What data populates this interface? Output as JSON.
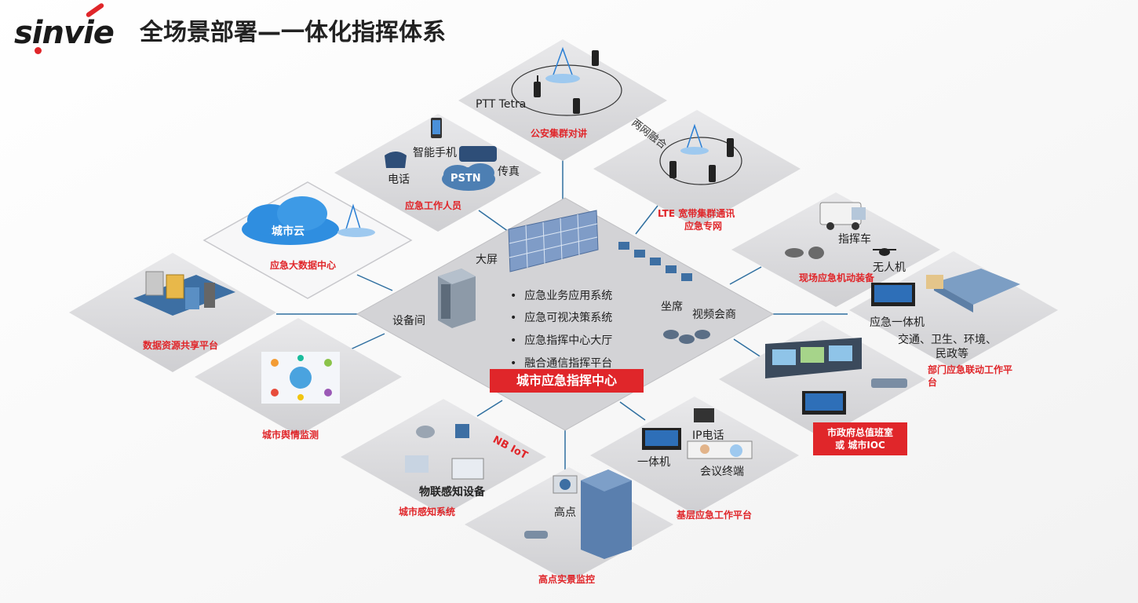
{
  "header": {
    "logo": "sinvie",
    "title": "全场景部署—一体化指挥体系"
  },
  "center": {
    "banner": "城市应急指挥中心",
    "big_screen": "大屏",
    "equipment_room": "设备间",
    "seats": "坐席",
    "video_conf": "视频会商",
    "bullets": [
      "应急业务应用系统",
      "应急可视决策系统",
      "应急指挥中心大厅",
      "融合通信指挥平台"
    ]
  },
  "tiles": {
    "ptt": {
      "label": "PTT Tetra",
      "title": "公安集群对讲",
      "bridge": "两网融合"
    },
    "lte": {
      "title_line1": "LTE  宽带集群通讯",
      "title_line2": "应急专网"
    },
    "staff": {
      "smartphone": "智能手机",
      "phone": "电话",
      "pstn": "PSTN",
      "fax": "传真",
      "title": "应急工作人员"
    },
    "cloud": {
      "cloud": "城市云",
      "title": "应急大数据中心"
    },
    "data_share": {
      "title": "数据资源共享平台"
    },
    "sentiment": {
      "title": "城市舆情监测"
    },
    "mobile": {
      "command_vehicle": "指挥车",
      "drone": "无人机",
      "title": "现场应急机动装备"
    },
    "dept": {
      "all_in_one": "应急一体机",
      "line1": "交通、卫生、环境、",
      "line2": "民政等",
      "title_line1": "部门应急联动工作平",
      "title_line2": "台"
    },
    "gov": {
      "line1": "市政府总值班室",
      "line2": "或  城市IOC"
    },
    "iot": {
      "nb": "NB IoT",
      "devices": "物联感知设备",
      "title": "城市感知系统"
    },
    "grassroots": {
      "ip_phone": "IP电话",
      "all_in_one": "一体机",
      "terminal": "会议终端",
      "title": "基层应急工作平台"
    },
    "highpoint": {
      "label": "高点",
      "title": "高点实景监控"
    }
  },
  "colors": {
    "accent_red": "#e0262a",
    "tile_gray": "#dcdcde",
    "tile_gray_dark": "#c9c9cc",
    "line_blue": "#2f6fa0"
  }
}
